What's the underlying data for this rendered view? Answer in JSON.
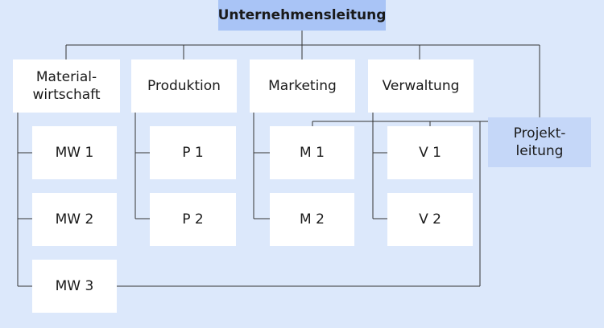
{
  "top": "Unternehmensleitung",
  "departments": [
    {
      "label": "Material-\nwirtschaft",
      "units": [
        "MW 1",
        "MW 2",
        "MW 3"
      ]
    },
    {
      "label": "Produktion",
      "units": [
        "P 1",
        "P 2"
      ]
    },
    {
      "label": "Marketing",
      "units": [
        "M 1",
        "M 2"
      ]
    },
    {
      "label": "Verwaltung",
      "units": [
        "V 1",
        "V 2"
      ]
    }
  ],
  "project": "Projekt-\nleitung",
  "colors": {
    "background": "#dce8fb",
    "top_box": "#a9c4f6",
    "project_box": "#c5d7f8",
    "box": "#ffffff",
    "line": "#333333"
  }
}
